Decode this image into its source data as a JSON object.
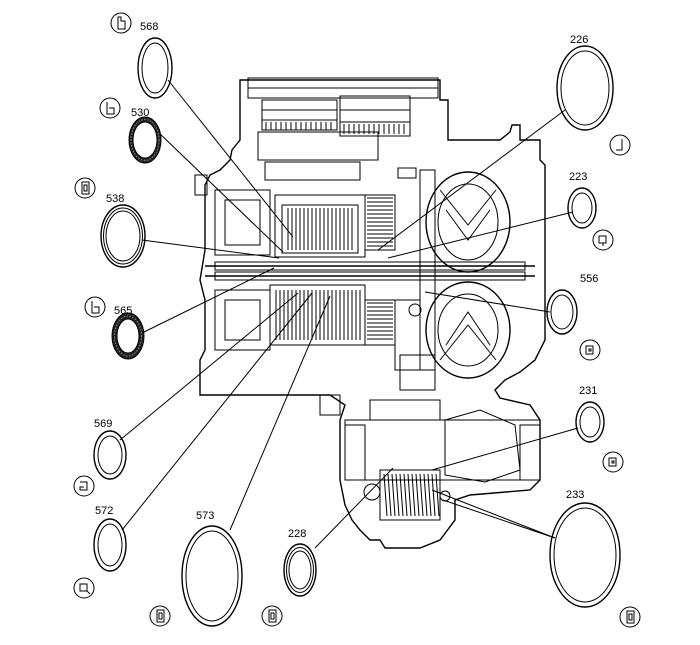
{
  "diagram": {
    "callouts": [
      {
        "id": "568",
        "label": "568",
        "profile_icon": "seal-profile-icon"
      },
      {
        "id": "530",
        "label": "530",
        "profile_icon": "seal-profile-icon"
      },
      {
        "id": "538",
        "label": "538",
        "profile_icon": "seal-profile-icon"
      },
      {
        "id": "565",
        "label": "565",
        "profile_icon": "seal-profile-icon"
      },
      {
        "id": "569",
        "label": "569",
        "profile_icon": "seal-profile-icon"
      },
      {
        "id": "572",
        "label": "572",
        "profile_icon": "seal-profile-icon"
      },
      {
        "id": "573",
        "label": "573",
        "profile_icon": "seal-profile-icon"
      },
      {
        "id": "228",
        "label": "228",
        "profile_icon": "seal-profile-icon"
      },
      {
        "id": "226",
        "label": "226",
        "profile_icon": "seal-profile-icon"
      },
      {
        "id": "223",
        "label": "223",
        "profile_icon": "seal-profile-icon"
      },
      {
        "id": "556",
        "label": "556",
        "profile_icon": "seal-profile-icon"
      },
      {
        "id": "231",
        "label": "231",
        "profile_icon": "seal-profile-icon"
      },
      {
        "id": "233",
        "label": "233",
        "profile_icon": "seal-profile-icon"
      }
    ],
    "line_color": "#000000",
    "background": "#ffffff"
  }
}
